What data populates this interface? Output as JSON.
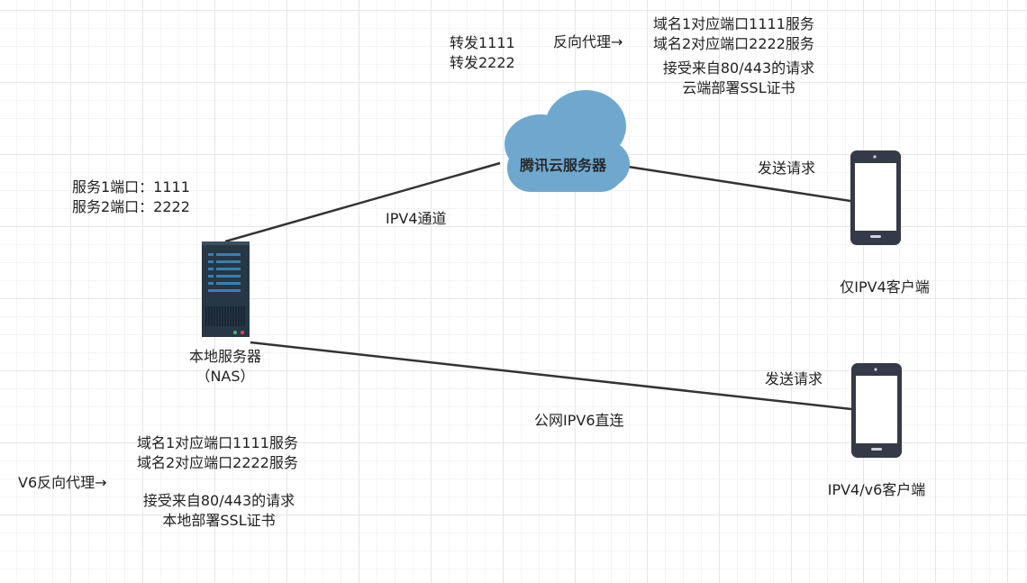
{
  "cloud": {
    "label": "腾讯云服务器",
    "forward_lines": [
      "转发1111",
      "转发2222"
    ],
    "reverse_proxy": "反向代理→",
    "domain_lines": [
      "域名1对应端口1111服务",
      "域名2对应端口2222服务"
    ],
    "accept_lines": [
      "接受来自80/443的请求",
      "云端部署SSL证书"
    ]
  },
  "server": {
    "ports": [
      "服务1端口：1111",
      "服务2端口：2222"
    ],
    "label": [
      "本地服务器",
      "（NAS）"
    ],
    "v6_proxy": "V6反向代理→",
    "domain_lines": [
      "域名1对应端口1111服务",
      "域名2对应端口2222服务"
    ],
    "accept_lines": [
      "接受来自80/443的请求",
      "本地部署SSL证书"
    ]
  },
  "links": {
    "ipv4_tunnel": "IPV4通道",
    "ipv6_direct": "公网IPV6直连",
    "send_request_top": "发送请求",
    "send_request_bottom": "发送请求"
  },
  "clients": {
    "ipv4_only": "仅IPV4客户端",
    "dual_stack": "IPV4/v6客户端"
  },
  "colors": {
    "cloud": "#6fa8cf",
    "server_body": "#263746",
    "server_slot": "#3b7fae",
    "phone": "#353a48",
    "line": "#333333"
  }
}
